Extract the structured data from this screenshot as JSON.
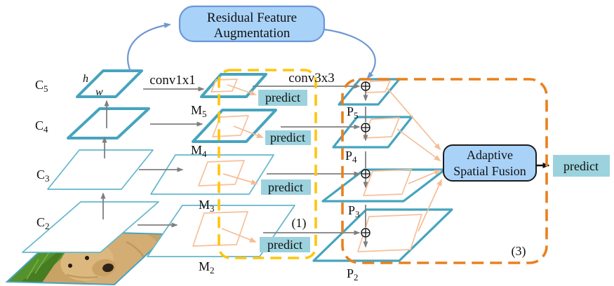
{
  "diagram": {
    "title_semantics": "Feature pyramid network with residual feature augmentation and adaptive spatial fusion",
    "rfa_box": {
      "line1": "Residual Feature",
      "line2": "Augmentation"
    },
    "asf_box": {
      "line1": "Adaptive",
      "line2": "Spatial Fusion"
    },
    "predict_label": "predict",
    "conv1x1": "conv1x1",
    "conv3x3": "conv3x3",
    "dims": {
      "h": "h",
      "w": "w"
    },
    "group_labels": {
      "module1": "(1)",
      "module3": "(3)"
    },
    "feature_maps": {
      "c5": {
        "base": "C",
        "sub": "5"
      },
      "c4": {
        "base": "C",
        "sub": "4"
      },
      "c3": {
        "base": "C",
        "sub": "3"
      },
      "c2": {
        "base": "C",
        "sub": "2"
      },
      "m5": {
        "base": "M",
        "sub": "5"
      },
      "m4": {
        "base": "M",
        "sub": "4"
      },
      "m3": {
        "base": "M",
        "sub": "3"
      },
      "m2": {
        "base": "M",
        "sub": "2"
      },
      "p5": {
        "base": "P",
        "sub": "5"
      },
      "p4": {
        "base": "P",
        "sub": "4"
      },
      "p3": {
        "base": "P",
        "sub": "3"
      },
      "p2": {
        "base": "P",
        "sub": "2"
      }
    },
    "colors": {
      "map_border_teal": "#46a4be",
      "map_border_teal_light": "#63b7cd",
      "inner_map_orange": "#f6c09a",
      "orange_arrow": "#f5bd95",
      "gray_arrow": "#7f7f7f",
      "blue_arrow": "#7097d1",
      "module_fill": "#a9d2f8",
      "rfa_border": "#6d96d8",
      "predict_fill": "#9cd2dd",
      "dashed_group1_yellow": "#ffc50f",
      "dashed_group3_orange": "#e8801e"
    }
  }
}
